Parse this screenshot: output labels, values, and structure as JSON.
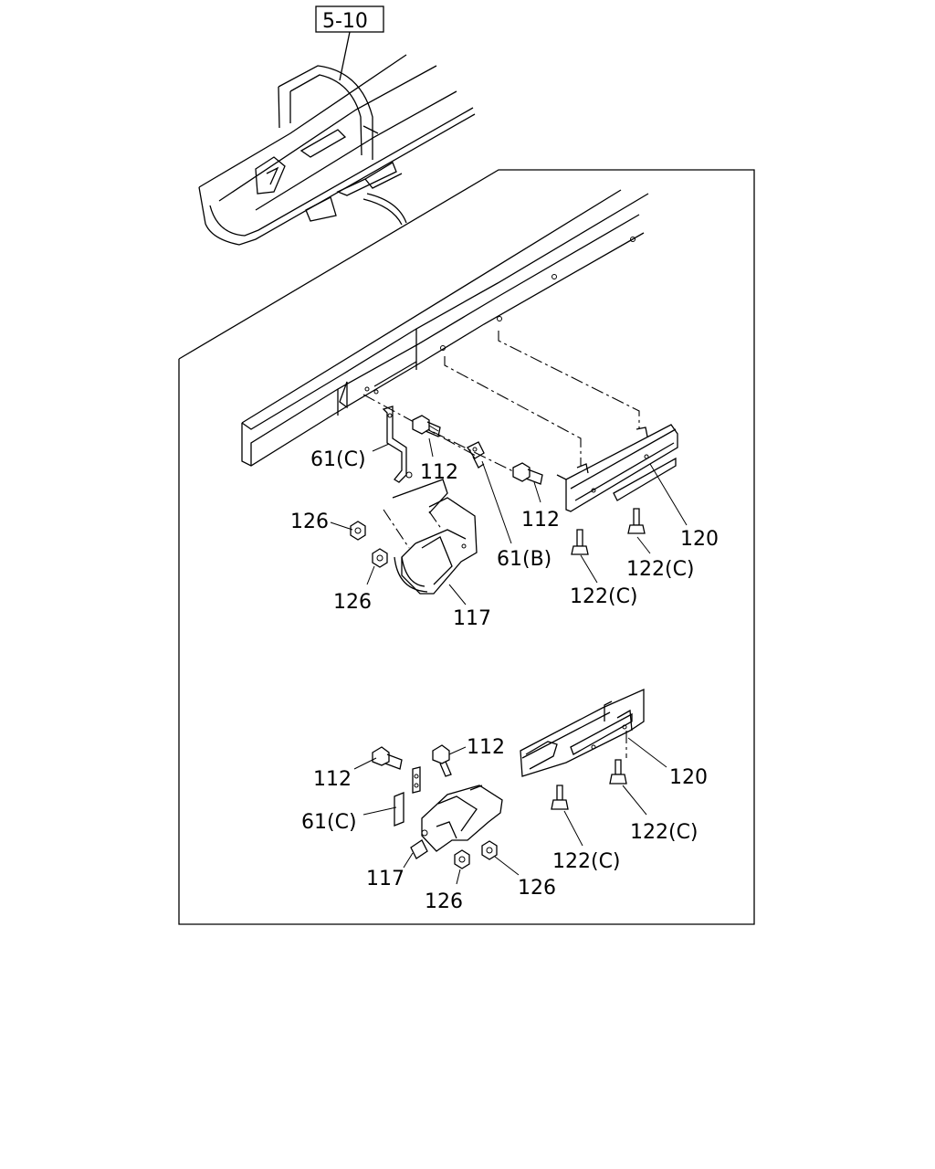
{
  "reference_box": "5-10",
  "labels": {
    "top_61c": "61(C)",
    "top_112_a": "112",
    "top_112_b": "112",
    "top_126_a": "126",
    "top_126_b": "126",
    "top_61b": "61(B)",
    "top_117": "117",
    "top_120": "120",
    "top_122c_a": "122(C)",
    "top_122c_b": "122(C)",
    "bot_112_a": "112",
    "bot_112_b": "112",
    "bot_61c": "61(C)",
    "bot_117": "117",
    "bot_126_a": "126",
    "bot_126_b": "126",
    "bot_120": "120",
    "bot_122c_a": "122(C)",
    "bot_122c_b": "122(C)"
  }
}
